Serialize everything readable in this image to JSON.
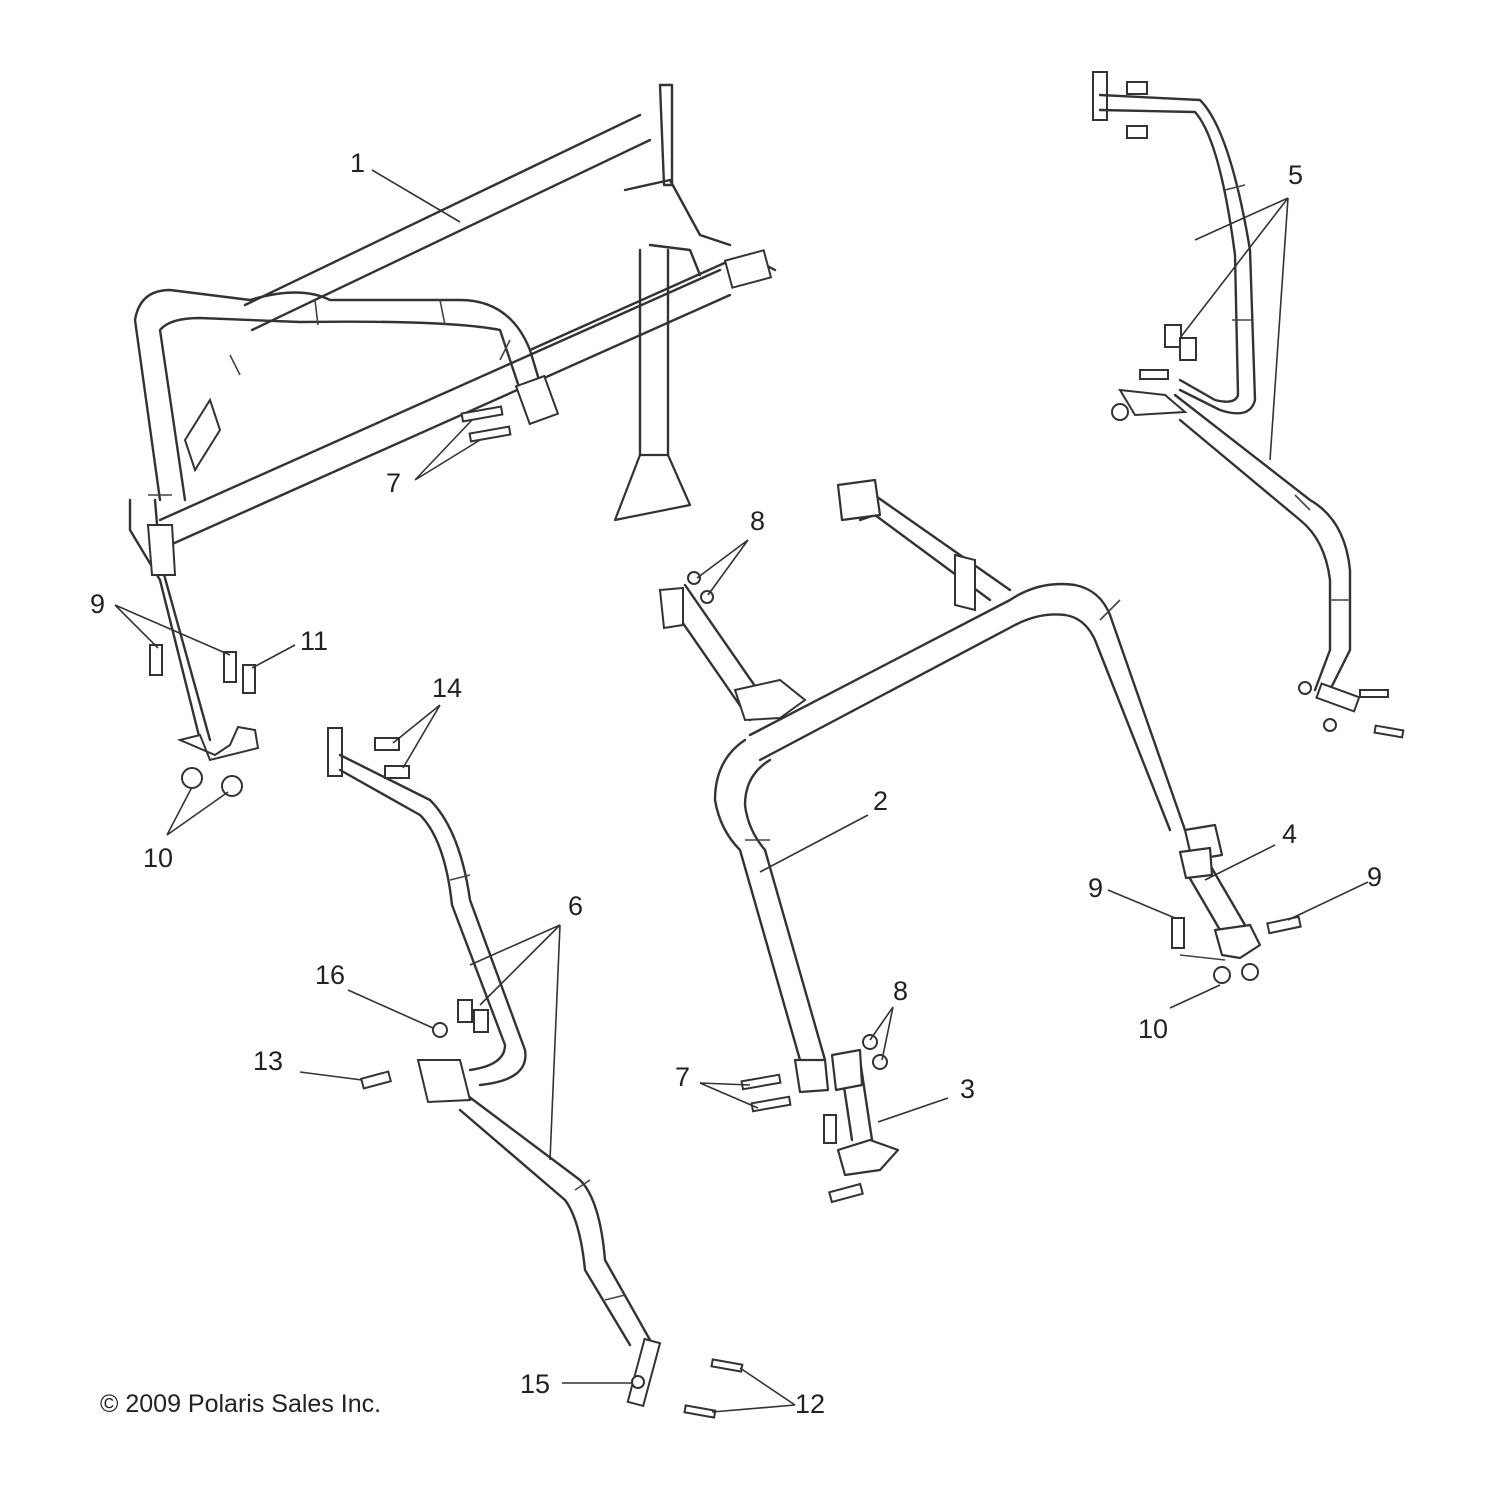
{
  "copyright": "© 2009 Polaris Sales Inc.",
  "callouts": [
    "1",
    "2",
    "3",
    "4",
    "5",
    "6",
    "7",
    "7",
    "8",
    "8",
    "9",
    "9",
    "9",
    "10",
    "10",
    "11",
    "12",
    "13",
    "14",
    "15",
    "16"
  ]
}
